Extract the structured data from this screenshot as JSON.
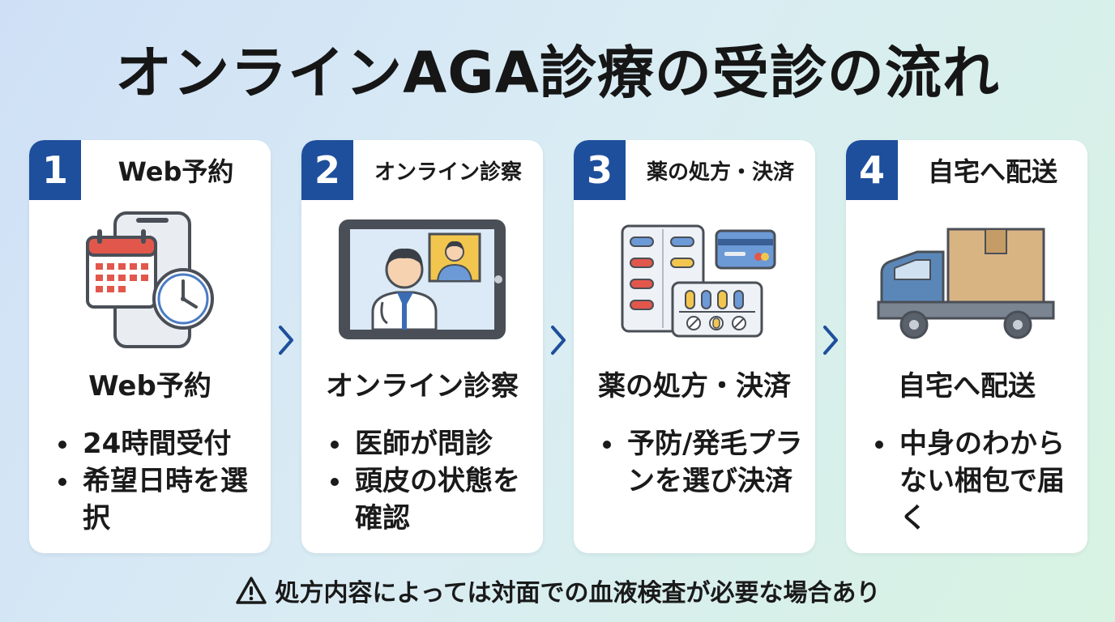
{
  "title": "オンラインAGA診療の受診の流れ",
  "steps": [
    {
      "number": "1",
      "header": "Web予約",
      "title": "Web予約",
      "bullets": [
        "24時間受付",
        "希望日時を選択"
      ]
    },
    {
      "number": "2",
      "header": "オンライン診察",
      "title": "オンライン診察",
      "bullets": [
        "医師が問診",
        "頭皮の状態を確認"
      ]
    },
    {
      "number": "3",
      "header": "薬の処方・決済",
      "title": "薬の処方・決済",
      "bullets": [
        "予防/発毛プランを選び決済"
      ]
    },
    {
      "number": "4",
      "header": "自宅へ配送",
      "title": "自宅へ配送",
      "bullets": [
        "中身のわからない梱包で届く"
      ]
    }
  ],
  "note": "処方内容によっては対面での血液検査が必要な場合あり",
  "icons": [
    "calendar-icon",
    "clock-icon",
    "smartphone-icon",
    "tablet-icon",
    "doctor-icon",
    "patient-icon",
    "pill-pack-icon",
    "credit-card-icon",
    "truck-icon",
    "box-icon",
    "chevron-right-icon",
    "warning-icon"
  ],
  "colors": {
    "accent": "#1e4f9c",
    "card": "#ffffff",
    "text": "#1a1a1a"
  }
}
